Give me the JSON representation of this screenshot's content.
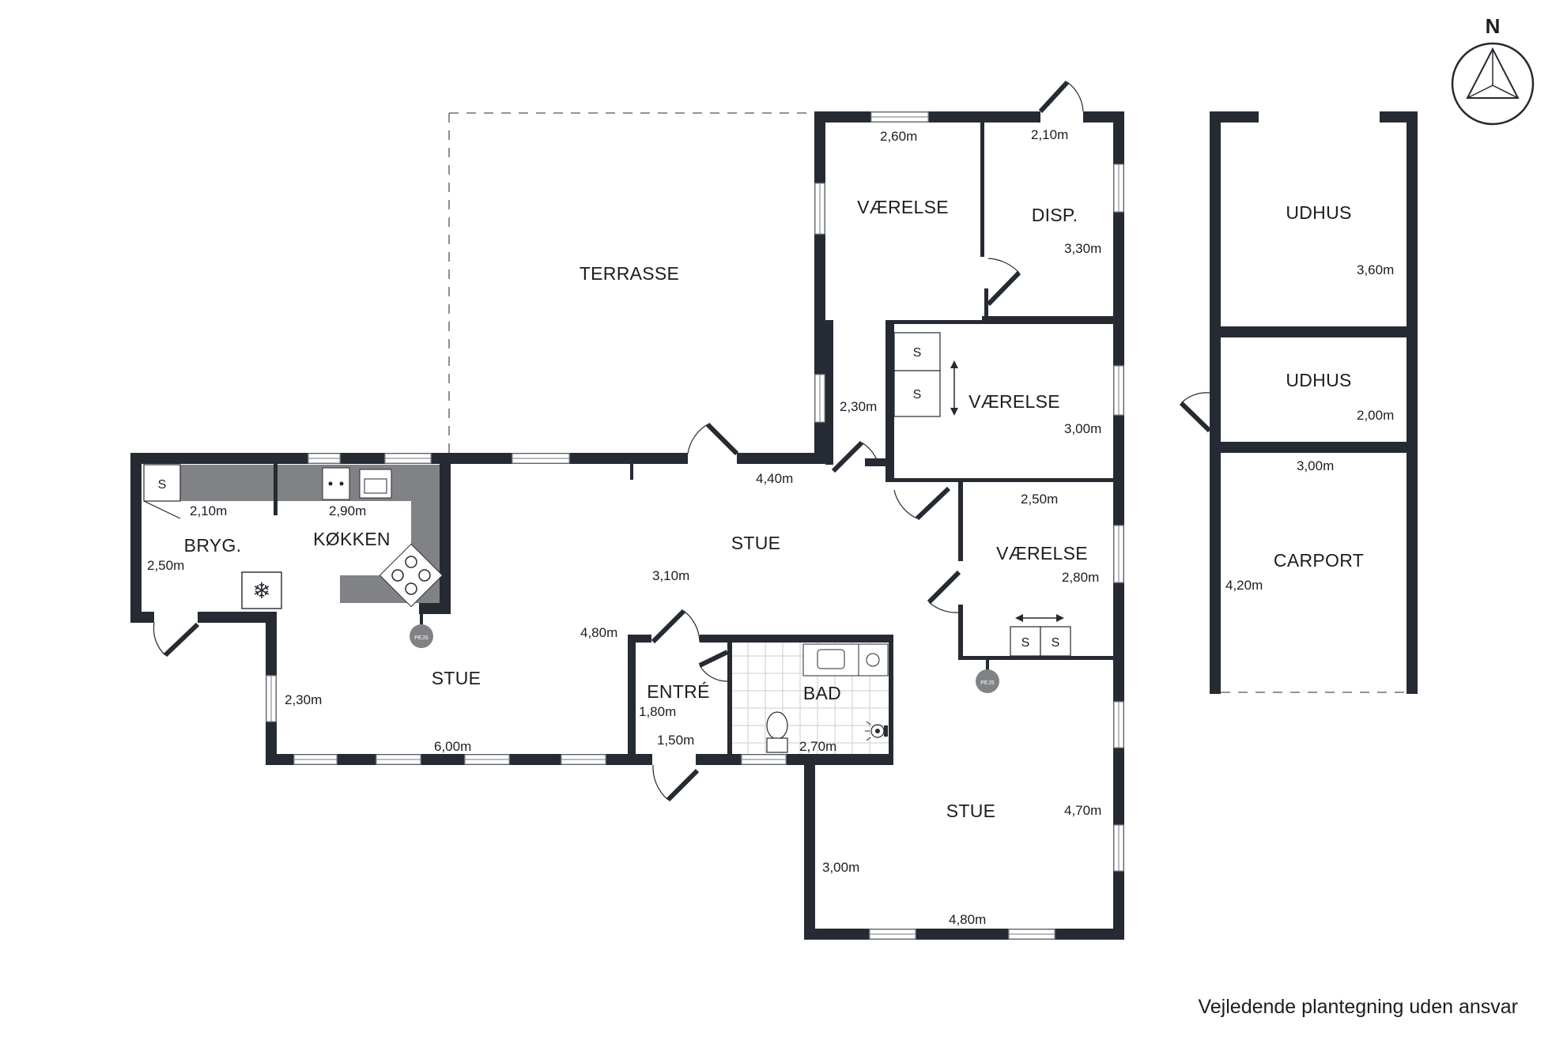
{
  "compass": {
    "label": "N"
  },
  "rooms": {
    "terrasse": "TERRASSE",
    "vaerelse_top": "VÆRELSE",
    "disp": "DISP.",
    "vaerelse_mid": "VÆRELSE",
    "vaerelse_low": "VÆRELSE",
    "bryg": "BRYG.",
    "kokken": "KØKKEN",
    "stue_center": "STUE",
    "stue_left": "STUE",
    "entre": "ENTRÉ",
    "bad": "BAD",
    "stue_bottom": "STUE",
    "udhus_top": "UDHUS",
    "udhus_mid": "UDHUS",
    "carport": "CARPORT"
  },
  "dimensions": {
    "vaerelse_top_w": "2,60m",
    "disp_w": "2,10m",
    "disp_h": "3,30m",
    "hall_w": "2,30m",
    "vaerelse_mid_h": "3,00m",
    "stue_center_w": "4,40m",
    "vaerelse_low_w": "2,50m",
    "vaerelse_low_h": "2,80m",
    "stue_center_h": "3,10m",
    "bryg_w": "2,10m",
    "bryg_h": "2,50m",
    "kokken_w": "2,90m",
    "stue_left_depth": "4,80m",
    "stue_left_h": "2,30m",
    "stue_left_w": "6,00m",
    "entre_h": "1,80m",
    "entre_w": "1,50m",
    "bad_w": "2,70m",
    "stue_bottom_h": "4,70m",
    "stue_bottom_left": "3,00m",
    "stue_bottom_w": "4,80m",
    "udhus_top_h": "3,60m",
    "udhus_mid_h": "2,00m",
    "carport_w": "3,00m",
    "carport_h": "4,20m"
  },
  "fixtures": {
    "s_label": "S",
    "pejs_label": "PEJS"
  },
  "disclaimer": "Vejledende plantegning uden ansvar"
}
